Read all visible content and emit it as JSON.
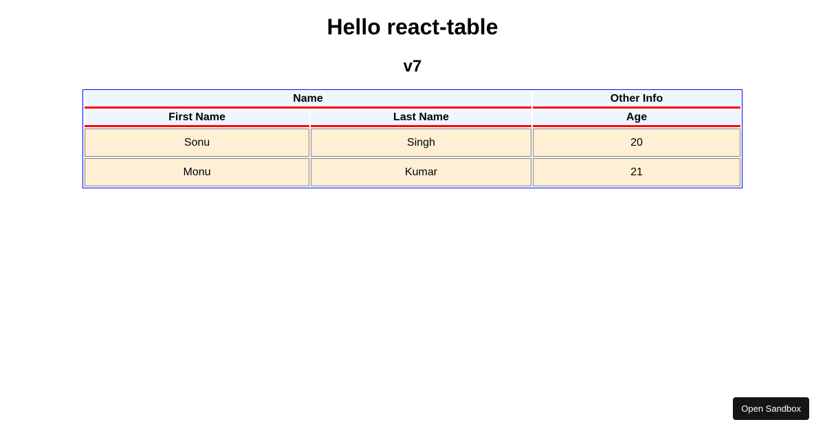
{
  "title": "Hello react-table",
  "subtitle": "v7",
  "table": {
    "group_headers": [
      "Name",
      "Other Info"
    ],
    "headers": [
      "First Name",
      "Last Name",
      "Age"
    ],
    "rows": [
      [
        "Sonu",
        "Singh",
        "20"
      ],
      [
        "Monu",
        "Kumar",
        "21"
      ]
    ]
  },
  "open_sandbox": "Open Sandbox"
}
